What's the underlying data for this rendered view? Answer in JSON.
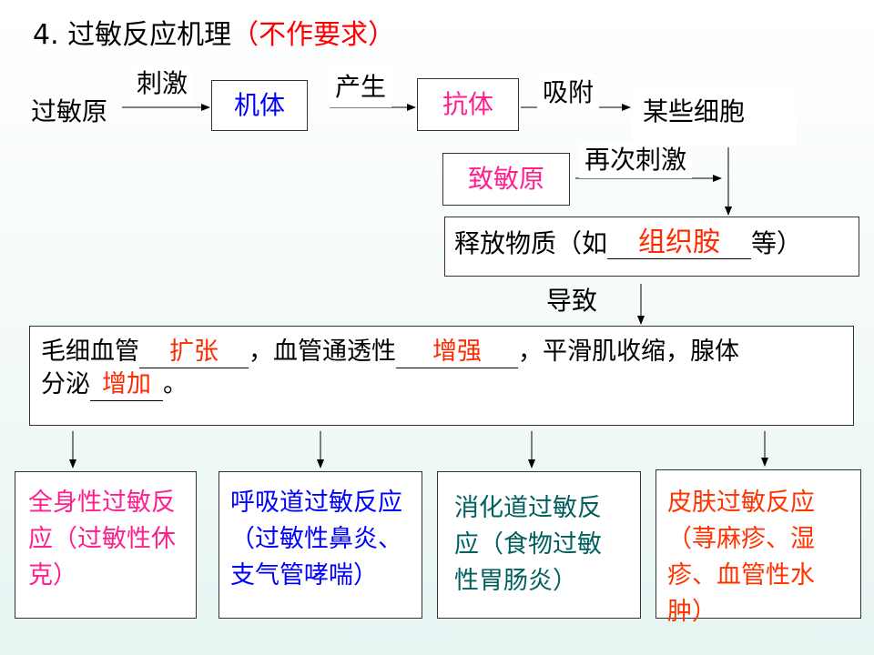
{
  "title": {
    "number": "4.",
    "main": "过敏反应机理",
    "note": "（不作要求）"
  },
  "flow": {
    "allergen": "过敏原",
    "stimulate": "刺激",
    "organism": "机体",
    "produce": "产生",
    "antibody": "抗体",
    "adsorb": "吸附",
    "cells": "某些细胞",
    "sensitizer": "致敏原",
    "restimulate": "再次刺激",
    "release_prefix": "释放物质（如",
    "release_fill": "组织胺",
    "release_suffix": "等）",
    "cause": "导致"
  },
  "effects": {
    "p1": "毛细血管",
    "f1": "扩张",
    "p2": "，血管通透性",
    "f2": "增强",
    "p3": "，平滑肌收缩，腺体",
    "p4": "分泌",
    "f3": "增加",
    "p5": "。"
  },
  "outcomes": [
    {
      "text": "全身性过敏反应（过敏性休克）",
      "color": "#ff1f8f"
    },
    {
      "text": "呼吸道过敏反应（过敏性鼻炎、支气管哮喘）",
      "color": "#0000ff"
    },
    {
      "text": "消化道过敏反应（食物过敏性胃肠炎）",
      "color": "#005f5f"
    },
    {
      "text": "皮肤过敏反应（荨麻疹、湿疹、血管性水肿）",
      "color": "#ff3300"
    }
  ]
}
